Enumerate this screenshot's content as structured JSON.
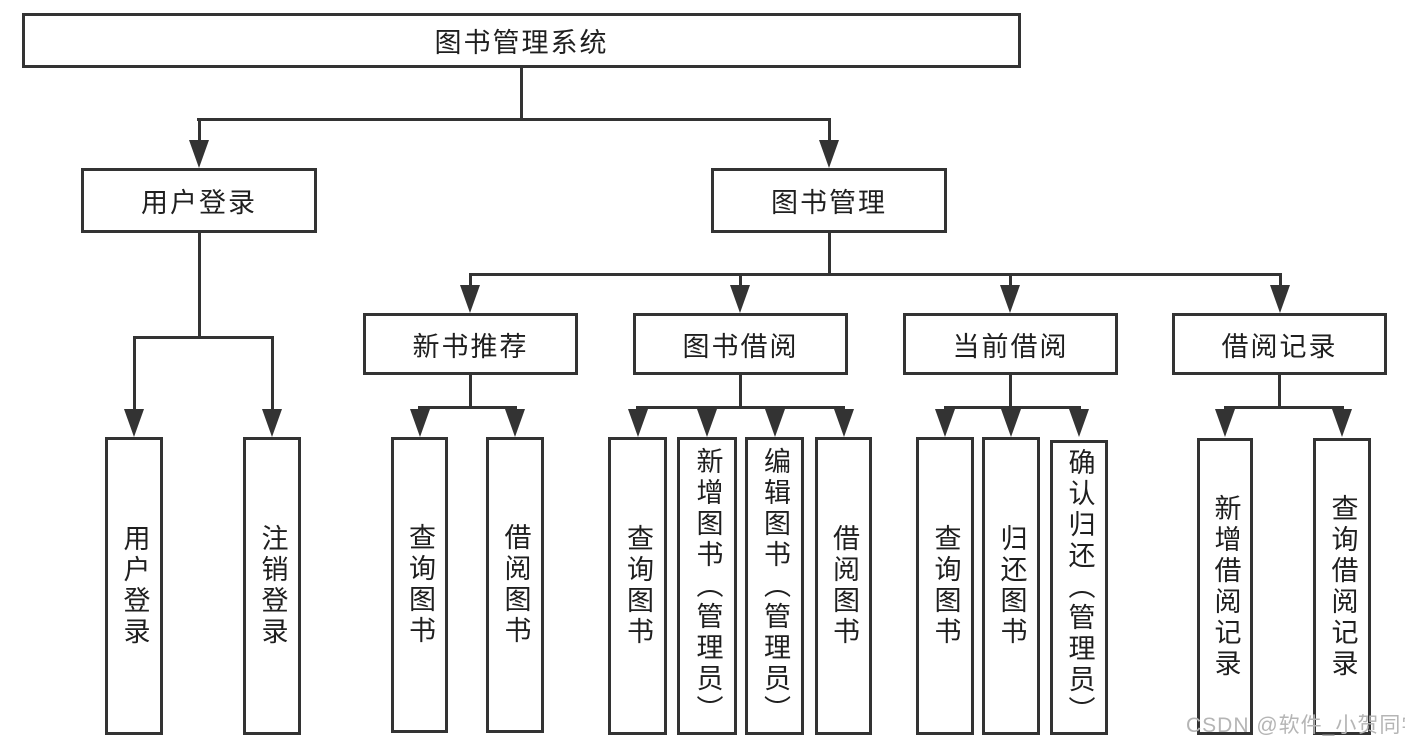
{
  "diagram": {
    "title": "图书管理系统",
    "type": "hierarchy-tree",
    "tree": {
      "label": "图书管理系统",
      "children": [
        {
          "label": "用户登录",
          "children": [
            {
              "label": "用户登录"
            },
            {
              "label": "注销登录"
            }
          ]
        },
        {
          "label": "图书管理",
          "children": [
            {
              "label": "新书推荐",
              "children": [
                {
                  "label": "查询图书"
                },
                {
                  "label": "借阅图书"
                }
              ]
            },
            {
              "label": "图书借阅",
              "children": [
                {
                  "label": "查询图书"
                },
                {
                  "label": "新增图书（管理员）"
                },
                {
                  "label": "编辑图书（管理员）"
                },
                {
                  "label": "借阅图书"
                }
              ]
            },
            {
              "label": "当前借阅",
              "children": [
                {
                  "label": "查询图书"
                },
                {
                  "label": "归还图书"
                },
                {
                  "label": "确认归还（管理员）"
                }
              ]
            },
            {
              "label": "借阅记录",
              "children": [
                {
                  "label": "新增借阅记录"
                },
                {
                  "label": "查询借阅记录"
                }
              ]
            }
          ]
        }
      ]
    }
  },
  "watermark": "CSDN @软件_小贺同学",
  "colors": {
    "line": "#333333",
    "text": "#1f1f1f",
    "watermark": "#b5b5b5",
    "background": "#ffffff"
  }
}
